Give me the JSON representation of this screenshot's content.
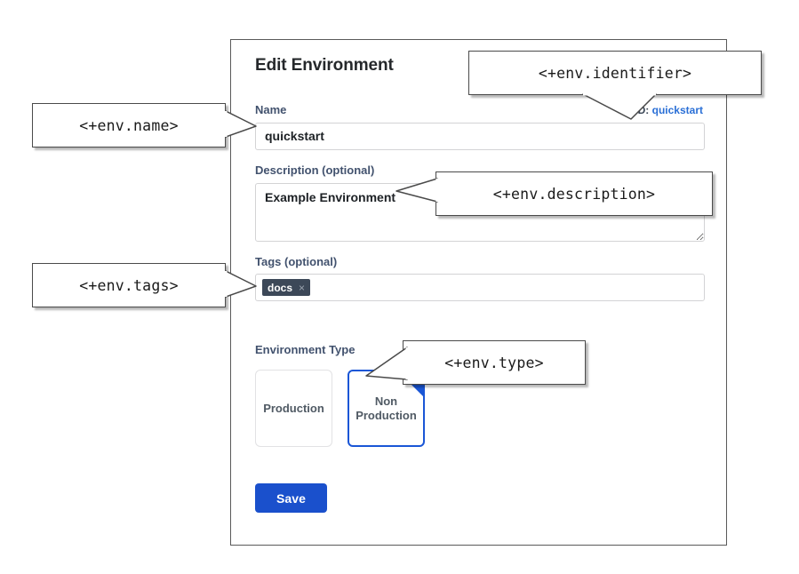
{
  "card": {
    "title": "Edit Environment",
    "identifier": {
      "prefix": "ID:",
      "value": "quickstart"
    },
    "fields": {
      "name": {
        "label": "Name",
        "value": "quickstart",
        "placeholder": ""
      },
      "description": {
        "label": "Description (optional)",
        "value": "Example Environment",
        "placeholder": ""
      },
      "tags": {
        "label": "Tags (optional)",
        "chips": [
          {
            "label": "docs",
            "remove_icon": "close-icon",
            "remove_glyph": "×"
          }
        ]
      },
      "environment_type": {
        "label": "Environment Type",
        "options": [
          {
            "label": "Production",
            "selected": false
          },
          {
            "label": "Non\nProduction",
            "line1": "Non",
            "line2": "Production",
            "selected": true
          }
        ],
        "selected_value": "Non Production",
        "check_icon": "check-icon"
      }
    },
    "save_button": "Save"
  },
  "callouts": {
    "name": "<+env.name>",
    "identifier": "<+env.identifier>",
    "description": "<+env.description>",
    "tags": "<+env.tags>",
    "type": "<+env.type>"
  },
  "colors": {
    "accent_blue": "#1a50cc",
    "selected_border": "#1a56d6",
    "link_blue": "#2a6fd6",
    "label_gray": "#42526e",
    "tag_chip_bg": "#3c4858",
    "card_border": "#5a5a5a",
    "input_border": "#d3d3d5"
  }
}
